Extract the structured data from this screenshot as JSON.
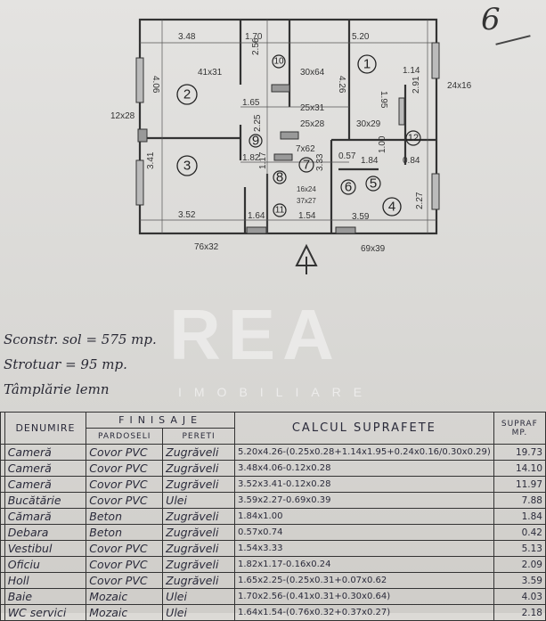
{
  "page_number": "6",
  "plan": {
    "rooms": [
      "1",
      "2",
      "3",
      "4",
      "5",
      "6",
      "7",
      "8",
      "9",
      "10",
      "11",
      "12"
    ],
    "dimensions": [
      "3.48",
      "1.70",
      "5.20",
      "4.06",
      "2.56",
      "4.26",
      "1.65",
      "2.25",
      "1.95",
      "2.91",
      "3.41",
      "1.82",
      "3.33",
      "0.57",
      "1.84",
      "1.00",
      "0.84",
      "1.17",
      "1.54",
      "1.64",
      "3.52",
      "3.59",
      "2.27",
      "1.14"
    ],
    "openings": [
      "41x31",
      "30x64",
      "25x31",
      "25x28",
      "30x29",
      "7x62",
      "16x24",
      "37x27",
      "12x28",
      "76x32",
      "69x39",
      "24x16"
    ]
  },
  "notes": {
    "built_area": "Sconstr. sol = 575 mp.",
    "sidewalk": "Strotuar = 95 mp.",
    "joinery": "Tâmplărie lemn"
  },
  "watermark": {
    "brand": "REA",
    "sub": "IMOBILIARE"
  },
  "table": {
    "headers": {
      "name": "DENUMIRE",
      "finishes": "FINISAJE",
      "floors": "PARDOSELI",
      "walls": "PERETI",
      "calc": "CALCUL SUPRAFETE",
      "area": "SUPRAF MP."
    },
    "rows": [
      {
        "name": "Cameră",
        "floor": "Covor PVC",
        "walls": "Zugrăveli",
        "calc": "5.20x4.26-(0.25x0.28+1.14x1.95+0.24x0.16/0.30x0.29)",
        "area": "19.73"
      },
      {
        "name": "Cameră",
        "floor": "Covor PVC",
        "walls": "Zugrăveli",
        "calc": "3.48x4.06-0.12x0.28",
        "area": "14.10"
      },
      {
        "name": "Cameră",
        "floor": "Covor PVC",
        "walls": "Zugrăveli",
        "calc": "3.52x3.41-0.12x0.28",
        "area": "11.97"
      },
      {
        "name": "Bucătărie",
        "floor": "Covor PVC",
        "walls": "Ulei",
        "calc": "3.59x2.27-0.69x0.39",
        "area": "7.88"
      },
      {
        "name": "Cămară",
        "floor": "Beton",
        "walls": "Zugrăveli",
        "calc": "1.84x1.00",
        "area": "1.84"
      },
      {
        "name": "Debara",
        "floor": "Beton",
        "walls": "Zugrăveli",
        "calc": "0.57x0.74",
        "area": "0.42"
      },
      {
        "name": "Vestibul",
        "floor": "Covor PVC",
        "walls": "Zugrăveli",
        "calc": "1.54x3.33",
        "area": "5.13"
      },
      {
        "name": "Oficiu",
        "floor": "Covor PVC",
        "walls": "Zugrăveli",
        "calc": "1.82x1.17-0.16x0.24",
        "area": "2.09"
      },
      {
        "name": "Holl",
        "floor": "Covor PVC",
        "walls": "Zugrăveli",
        "calc": "1.65x2.25-(0.25x0.31+0.07x0.62",
        "area": "3.59"
      },
      {
        "name": "Baie",
        "floor": "Mozaic",
        "walls": "Ulei",
        "calc": "1.70x2.56-(0.41x0.31+0.30x0.64)",
        "area": "4.03"
      },
      {
        "name": "WC servici",
        "floor": "Mozaic",
        "walls": "Ulei",
        "calc": "1.64x1.54-(0.76x0.32+0.37x0.27)",
        "area": "2.18"
      }
    ]
  }
}
